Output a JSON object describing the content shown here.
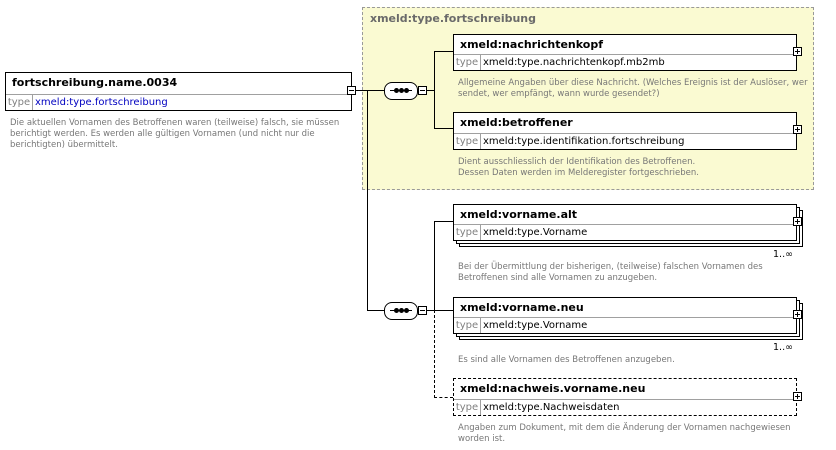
{
  "root": {
    "name": "fortschreibung.name.0034",
    "type_keyword": "type",
    "type_value": "xmeld:type.fortschreibung",
    "doc": [
      "Die aktuellen Vornamen des Betroffenen waren (teilweise) falsch, sie müssen",
      "berichtigt werden. Es werden alle gültigen Vornamen (und nicht nur die",
      "berichtigten) übermittelt."
    ]
  },
  "group": {
    "title": "xmeld:type.fortschreibung",
    "elements": [
      {
        "name": "xmeld:nachrichtenkopf",
        "type_keyword": "type",
        "type_value": "xmeld:type.nachrichtenkopf.mb2mb",
        "doc": [
          "Allgemeine Angaben über diese Nachricht. (Welches Ereignis ist der Auslöser, wer",
          "sendet, wer empfängt, wann wurde gesendet?)"
        ]
      },
      {
        "name": "xmeld:betroffener",
        "type_keyword": "type",
        "type_value": "xmeld:type.identifikation.fortschreibung",
        "doc": [
          "Dient ausschliesslich der Identifikation des Betroffenen.",
          "Dessen Daten werden im Melderegister fortgeschrieben."
        ]
      }
    ]
  },
  "sequence_elements": [
    {
      "name": "xmeld:vorname.alt",
      "type_keyword": "type",
      "type_value": "xmeld:type.Vorname",
      "multiplicity": "1..∞",
      "doc": [
        "Bei der Übermittlung der bisherigen, (teilweise) falschen Vornamen des",
        "Betroffenen sind alle Vornamen zu anzugeben."
      ]
    },
    {
      "name": "xmeld:vorname.neu",
      "type_keyword": "type",
      "type_value": "xmeld:type.Vorname",
      "multiplicity": "1..∞",
      "doc": [
        "Es sind alle Vornamen des Betroffenen anzugeben."
      ]
    },
    {
      "name": "xmeld:nachweis.vorname.neu",
      "type_keyword": "type",
      "type_value": "xmeld:type.Nachweisdaten",
      "optional": true,
      "doc": [
        "Angaben zum Dokument, mit dem die Änderung der Vornamen nachgewiesen",
        "worden ist."
      ]
    }
  ],
  "icons": [
    "sequence-compositor-icon",
    "collapse-icon",
    "expand-icon"
  ]
}
